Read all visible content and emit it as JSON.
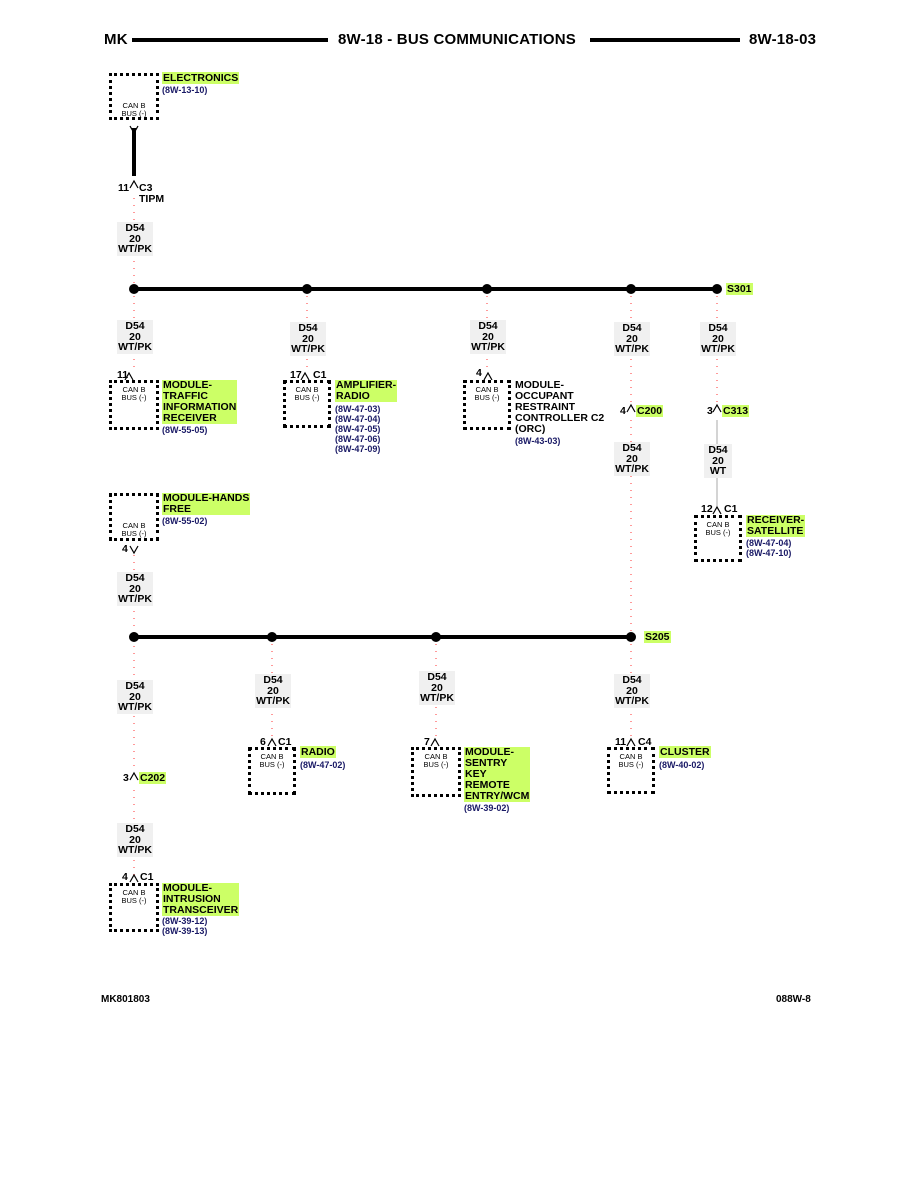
{
  "header": {
    "left": "MK",
    "center": "8W-18 - BUS COMMUNICATIONS",
    "right": "8W-18-03"
  },
  "footer": {
    "left": "MK801803",
    "right": "088W-8"
  },
  "can_label": [
    "CAN B",
    "BUS (-)"
  ],
  "splices": {
    "s301": "S301",
    "s205": "S205"
  },
  "wire": {
    "circuit": "D54",
    "gauge": "20",
    "color": "WT/PK",
    "color_wt": "WT"
  },
  "modules": {
    "electronics": {
      "name": [
        "ELECTRONICS"
      ],
      "refs": [
        "(8W-13-10)"
      ]
    },
    "traffic": {
      "name": [
        "MODULE-",
        "TRAFFIC",
        "INFORMATION",
        "RECEIVER"
      ],
      "refs": [
        "(8W-55-05)"
      ]
    },
    "amplifier": {
      "name": [
        "AMPLIFIER-",
        "RADIO"
      ],
      "refs": [
        "(8W-47-03)",
        "(8W-47-04)",
        "(8W-47-05)",
        "(8W-47-06)",
        "(8W-47-09)"
      ]
    },
    "orc": {
      "name": [
        "MODULE-",
        "OCCUPANT",
        "RESTRAINT",
        "CONTROLLER C2",
        "(ORC)"
      ],
      "refs": [
        "(8W-43-03)"
      ]
    },
    "handsfree": {
      "name": [
        "MODULE-HANDS",
        "FREE"
      ],
      "refs": [
        "(8W-55-02)"
      ]
    },
    "satellite": {
      "name": [
        "RECEIVER-",
        "SATELLITE"
      ],
      "refs": [
        "(8W-47-04)",
        "(8W-47-10)"
      ]
    },
    "radio": {
      "name": [
        "RADIO"
      ],
      "refs": [
        "(8W-47-02)"
      ]
    },
    "sentry": {
      "name": [
        "MODULE-",
        "SENTRY",
        "KEY",
        "REMOTE",
        "ENTRY/WCM"
      ],
      "refs": [
        "(8W-39-02)"
      ]
    },
    "cluster": {
      "name": [
        "CLUSTER"
      ],
      "refs": [
        "(8W-40-02)"
      ]
    },
    "intrusion": {
      "name": [
        "MODULE-",
        "INTRUSION",
        "TRANSCEIVER"
      ],
      "refs": [
        "(8W-39-12)",
        "(8W-39-13)"
      ]
    }
  },
  "connectors": {
    "c3": {
      "pin": "11",
      "name": "C3",
      "sub": "TIPM"
    },
    "traffic": {
      "pin": "11"
    },
    "amplifier": {
      "pin": "17",
      "name": "C1"
    },
    "orc": {
      "pin": "4"
    },
    "c200": {
      "pin": "4",
      "name": "C200"
    },
    "c313": {
      "pin": "3",
      "name": "C313"
    },
    "satellite": {
      "pin": "12",
      "name": "C1"
    },
    "handsfree": {
      "pin": "4"
    },
    "radio": {
      "pin": "6",
      "name": "C1"
    },
    "sentry": {
      "pin": "7"
    },
    "cluster": {
      "pin": "11",
      "name": "C4"
    },
    "c202": {
      "pin": "3",
      "name": "C202"
    },
    "intrusion": {
      "pin": "4",
      "name": "C1"
    }
  }
}
